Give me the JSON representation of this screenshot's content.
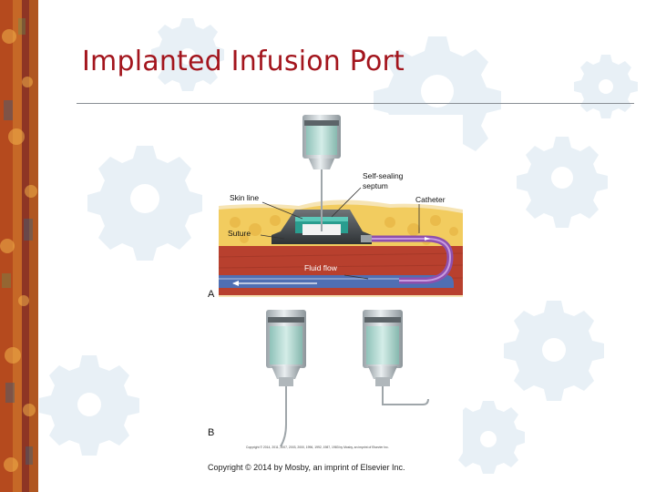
{
  "slide": {
    "title": "Implanted Infusion Port",
    "copyright": "Copyright © 2014 by Mosby, an imprint of Elsevier Inc."
  },
  "figure": {
    "panels": {
      "a": "A",
      "b": "B"
    },
    "labels": {
      "skin_line": "Skin line",
      "suture": "Suture",
      "septum_line1": "Self-sealing",
      "septum_line2": "septum",
      "catheter": "Catheter",
      "fluid_flow": "Fluid flow"
    },
    "small_copyright": "Copyright © 2014, 2011, 2007, 2003, 2000, 1996, 1992, 1987, 1983 by Mosby, an imprint of Elsevier Inc."
  },
  "colors": {
    "title": "#a3151d",
    "fat": "#f2cc5f",
    "skin": "#f6e4b4",
    "muscle": "#b8402e",
    "vessel": "#8e4fae",
    "septum": "#2a9d8f",
    "syringe_fluid": "#b7dcd5"
  }
}
